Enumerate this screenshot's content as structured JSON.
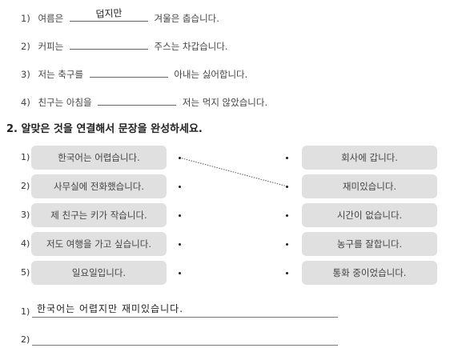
{
  "fill_blanks": [
    {
      "num": "1)",
      "before": "여름은",
      "answer": "덥지만",
      "after": "겨울은 춥습니다."
    },
    {
      "num": "2)",
      "before": "커피는",
      "answer": "",
      "after": "주스는 차갑습니다."
    },
    {
      "num": "3)",
      "before": "저는 축구를",
      "answer": "",
      "after": "아내는 싫어합니다."
    },
    {
      "num": "4)",
      "before": "친구는 아침을",
      "answer": "",
      "after": "저는 먹지 않았습니다."
    }
  ],
  "section2": {
    "title": "2. 알맞은 것을 연결해서 문장을 완성하세요.",
    "left": [
      {
        "num": "1)",
        "text": "한국어는 어렵습니다."
      },
      {
        "num": "2)",
        "text": "사무실에 전화했습니다."
      },
      {
        "num": "3)",
        "text": "제 친구는 키가 작습니다."
      },
      {
        "num": "4)",
        "text": "저도 여행을 가고 싶습니다."
      },
      {
        "num": "5)",
        "text": "일요일입니다."
      }
    ],
    "right": [
      {
        "text": "회사에 갑니다."
      },
      {
        "text": "재미있습니다."
      },
      {
        "text": "시간이 없습니다."
      },
      {
        "text": "농구를 잘합니다."
      },
      {
        "text": "통화 중이었습니다."
      }
    ]
  },
  "answers": [
    {
      "num": "1)",
      "text": "한국어는 어렵지만 재미있습니다."
    },
    {
      "num": "2)",
      "text": ""
    }
  ]
}
